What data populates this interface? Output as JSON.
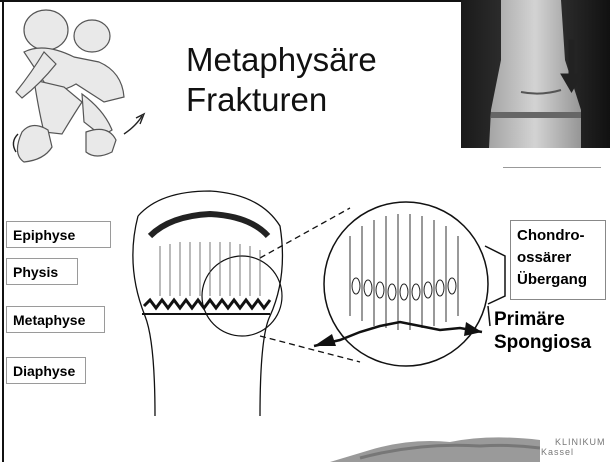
{
  "title": {
    "line1": "Metaphysäre",
    "line2": "Frakturen"
  },
  "labels": {
    "epiphyse": "Epiphyse",
    "physis": "Physis",
    "metaphyse": "Metaphyse",
    "diaphyse": "Diaphyse",
    "chondro_line1": "Chondro-",
    "chondro_line2": "ossärer",
    "chondro_line3": "Übergang",
    "spong_line1": "Primäre",
    "spong_line2": "Spongiosa"
  },
  "logo": {
    "line1": "KLINIKUM",
    "line2": "Kassel"
  }
}
